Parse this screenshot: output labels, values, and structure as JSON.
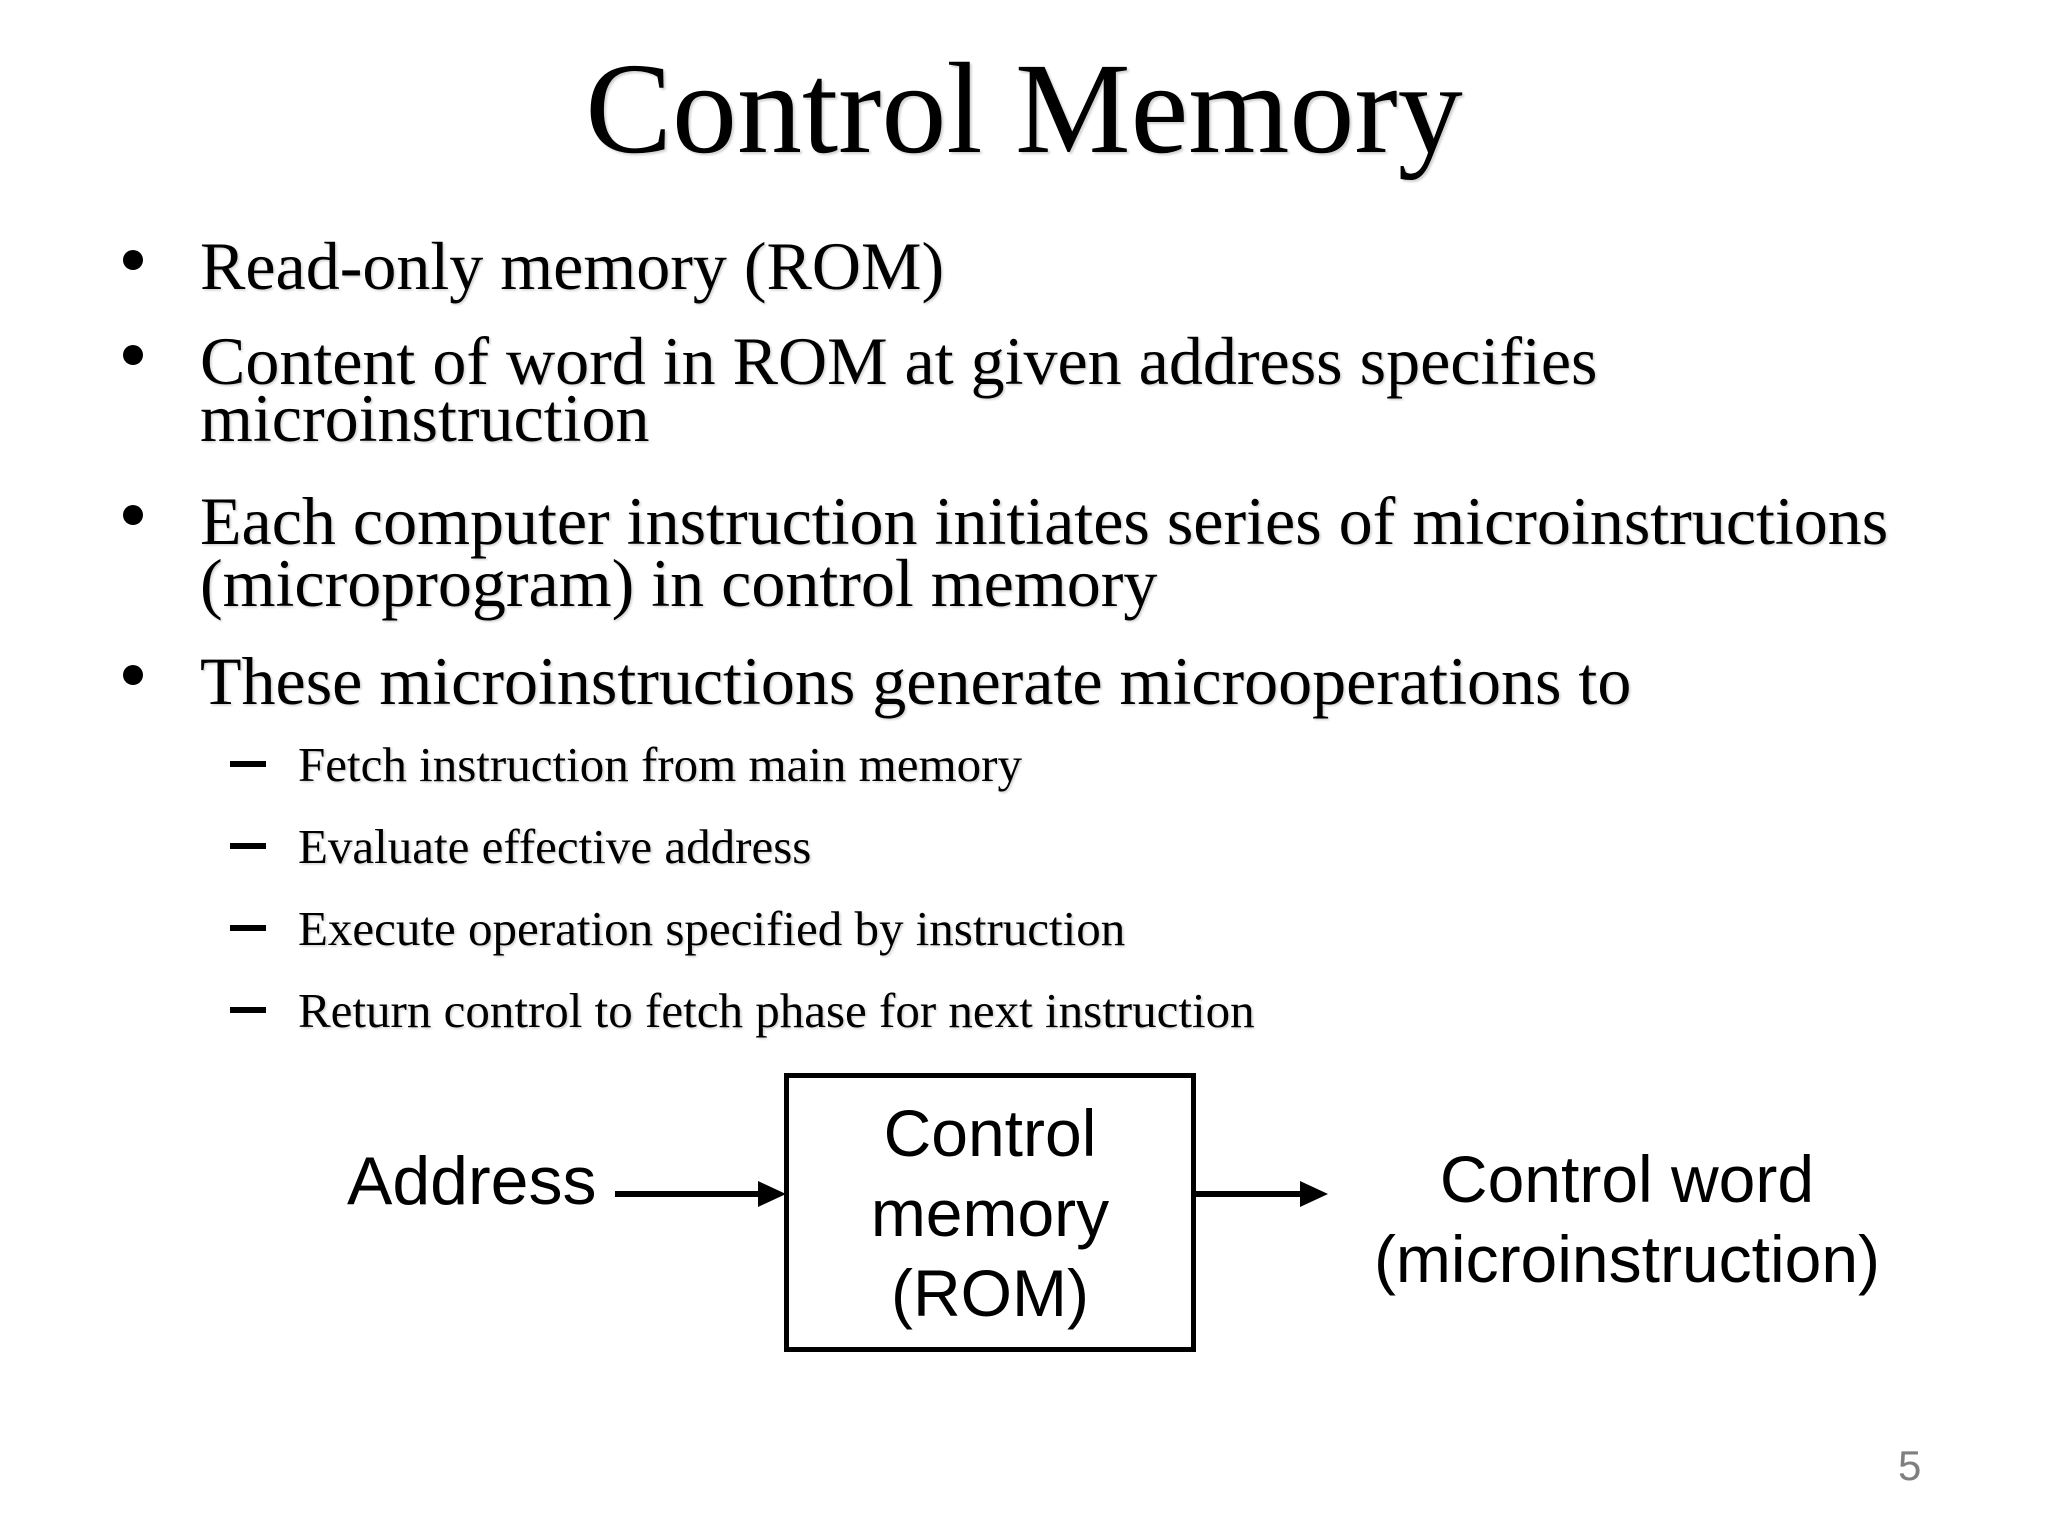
{
  "slide": {
    "title": "Control Memory",
    "page_number": "5",
    "bullets": [
      {
        "lines": [
          "Read-only memory (ROM)"
        ]
      },
      {
        "lines": [
          "Content of word in ROM at given address specifies",
          "microinstruction"
        ]
      },
      {
        "lines": [
          "Each computer instruction initiates series of microinstructions",
          "(microprogram) in control memory"
        ]
      },
      {
        "lines": [
          "These microinstructions generate microoperations to"
        ]
      }
    ],
    "sub_bullets": [
      "Fetch instruction from main memory",
      "Evaluate effective address",
      "Execute operation specified by instruction",
      "Return control to fetch phase for next instruction"
    ],
    "diagram": {
      "input_label": "Address",
      "box_lines": [
        "Control",
        "memory",
        "(ROM)"
      ],
      "output_lines": [
        "Control word",
        "(microinstruction)"
      ],
      "line_color": "#000000"
    }
  }
}
